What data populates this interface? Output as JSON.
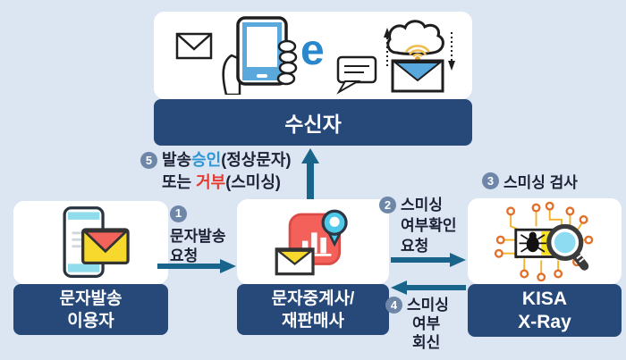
{
  "colors": {
    "background": "#dce5f2",
    "panel": "#ffffff",
    "navy_bar": "#264979",
    "arrow": "#19648b",
    "step_badge": "#6e87a8",
    "approve_text": "#2b97d5",
    "reject_text": "#e53a30",
    "body_text": "#1c2136"
  },
  "receiver": {
    "title": "수신자",
    "e_glyph": "e"
  },
  "sender": {
    "line1": "문자발송",
    "line2": "이용자"
  },
  "relay": {
    "line1": "문자중계사/",
    "line2": "재판매사"
  },
  "kisa": {
    "line1": "KISA",
    "line2": "X-Ray"
  },
  "steps": {
    "one": {
      "num": "1",
      "l1": "문자발송",
      "l2": "요청"
    },
    "two": {
      "num": "2",
      "l1": "스미싱",
      "l2": "여부확인",
      "l3": "요청"
    },
    "three": {
      "num": "3",
      "label": "스미싱 검사"
    },
    "four": {
      "num": "4",
      "l1": "스미싱",
      "l2": "여부",
      "l3": "회신"
    },
    "five": {
      "num": "5",
      "l1a": "발송",
      "l1b": "승인",
      "l1c": "(정상문자)",
      "l2a": "또는 ",
      "l2b": "거부",
      "l2c": "(스미싱)"
    }
  },
  "icons": {
    "receiver_panel": [
      "envelope-icon",
      "phone-in-hand-icon",
      "e-browser-icon",
      "speech-bubble-icon",
      "cloud-wifi-download-mail-icon"
    ],
    "sender_panel": "phone-send-message-icon",
    "relay_panel": "message-relay-app-icon",
    "kisa_panel": "malware-scan-magnifier-icon"
  }
}
